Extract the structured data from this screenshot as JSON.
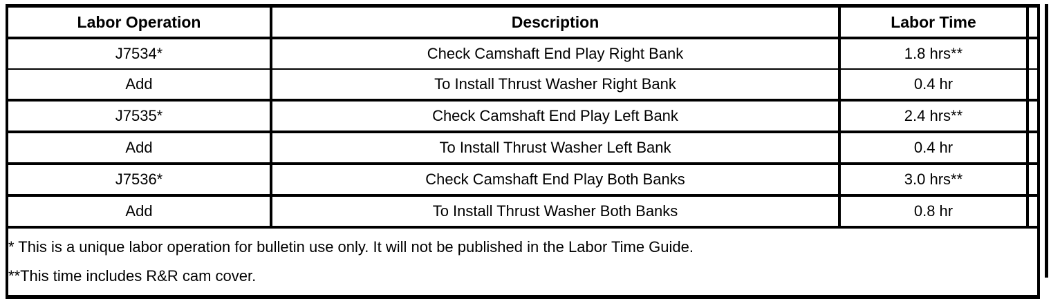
{
  "table": {
    "name": "labor-operation-table",
    "columns": [
      {
        "key": "operation",
        "label": "Labor Operation",
        "align": "center"
      },
      {
        "key": "description",
        "label": "Description",
        "align": "center"
      },
      {
        "key": "time",
        "label": "Labor Time",
        "align": "center"
      },
      {
        "key": "extra",
        "label": "",
        "align": "center"
      }
    ],
    "rows": [
      {
        "operation": "J7534*",
        "description": "Check Camshaft End Play Right Bank",
        "time": "1.8 hrs**",
        "extra": ""
      },
      {
        "operation": "Add",
        "description": "To Install Thrust Washer Right Bank",
        "time": "0.4 hr",
        "extra": ""
      },
      {
        "operation": "J7535*",
        "description": "Check Camshaft End Play Left Bank",
        "time": "2.4 hrs**",
        "extra": ""
      },
      {
        "operation": "Add",
        "description": "To Install Thrust Washer Left Bank",
        "time": "0.4 hr",
        "extra": ""
      },
      {
        "operation": "J7536*",
        "description": "Check Camshaft End Play Both Banks",
        "time": "3.0 hrs**",
        "extra": ""
      },
      {
        "operation": "Add",
        "description": "To Install Thrust Washer Both Banks",
        "time": "0.8 hr",
        "extra": ""
      }
    ],
    "footnotes": {
      "single_asterisk": "* This is a unique labor operation for bulletin use only. It will not be published in the Labor Time Guide.",
      "double_asterisk": "**This time includes R&R cam cover."
    }
  },
  "colors": {
    "background": "#ffffff",
    "text": "#000000",
    "border": "#000000"
  }
}
